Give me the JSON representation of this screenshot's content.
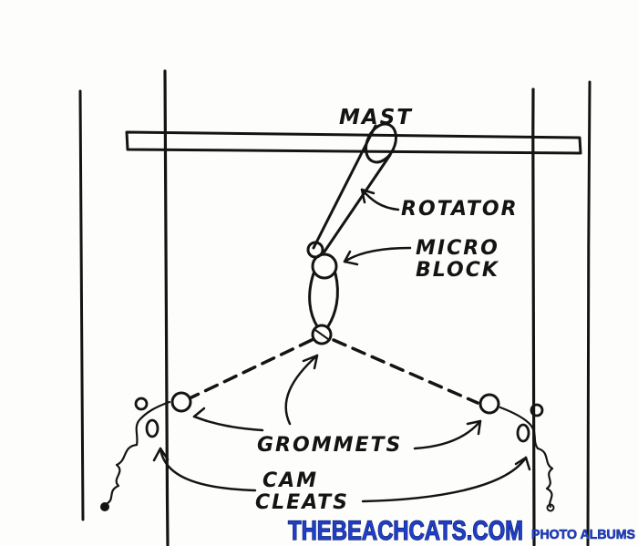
{
  "labels": {
    "mast": "MAST",
    "rotator": "ROTATOR",
    "micro_line1": "MICRO",
    "micro_line2": "BLOCK",
    "grommets": "GROMMETS",
    "cam_line1": "CAM",
    "cam_line2": "CLEATS"
  },
  "watermark": {
    "brand": "THEBEACHCATS.COM",
    "sub": "PHOTO ALBUMS",
    "color": "#1f3fc4"
  },
  "colors": {
    "ink": "#141414",
    "paper": "#fdfdfc"
  }
}
